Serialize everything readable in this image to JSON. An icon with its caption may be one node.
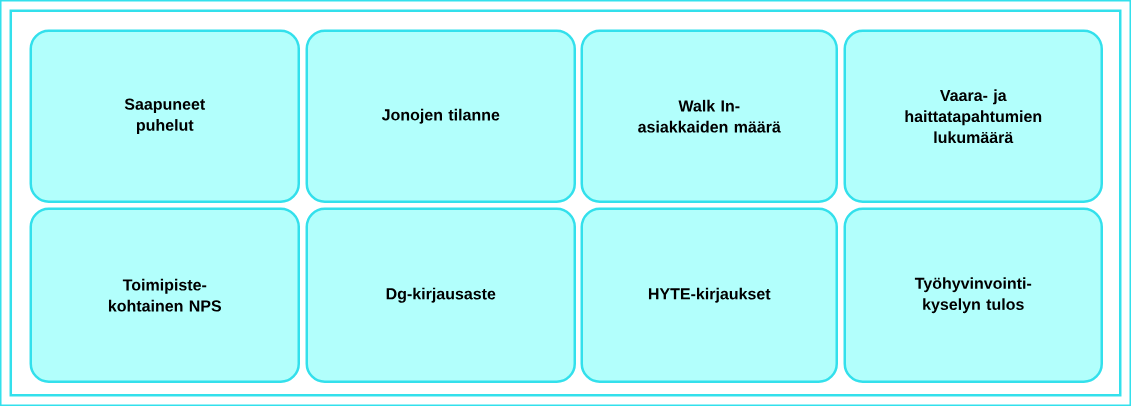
{
  "diagram": {
    "nodes": [
      {
        "text": [],
        "shape": "box"
      },
      {
        "text": [
          "Saapuneet puhelut"
        ],
        "in": 0
      },
      {
        "text": [
          "Jonojen tilanne"
        ],
        "in": 0
      },
      {
        "text": [
          "Walk In-asiakkaiden määrä"
        ],
        "in": 0
      },
      {
        "text": [
          "Vaara- ja haittatapahtumien lukumäärä"
        ],
        "in": 0
      },
      {
        "text": [
          "Toimipiste-kohtainen NPS"
        ],
        "in": 0
      },
      {
        "text": [
          "Dg-kirjausaste"
        ],
        "in": 0
      },
      {
        "text": [
          "HYTE-kirjaukset"
        ],
        "in": 0
      },
      {
        "text": [
          "Työhyvinvointi-kyselyn tulos"
        ],
        "in": 0
      }
    ]
  }
}
